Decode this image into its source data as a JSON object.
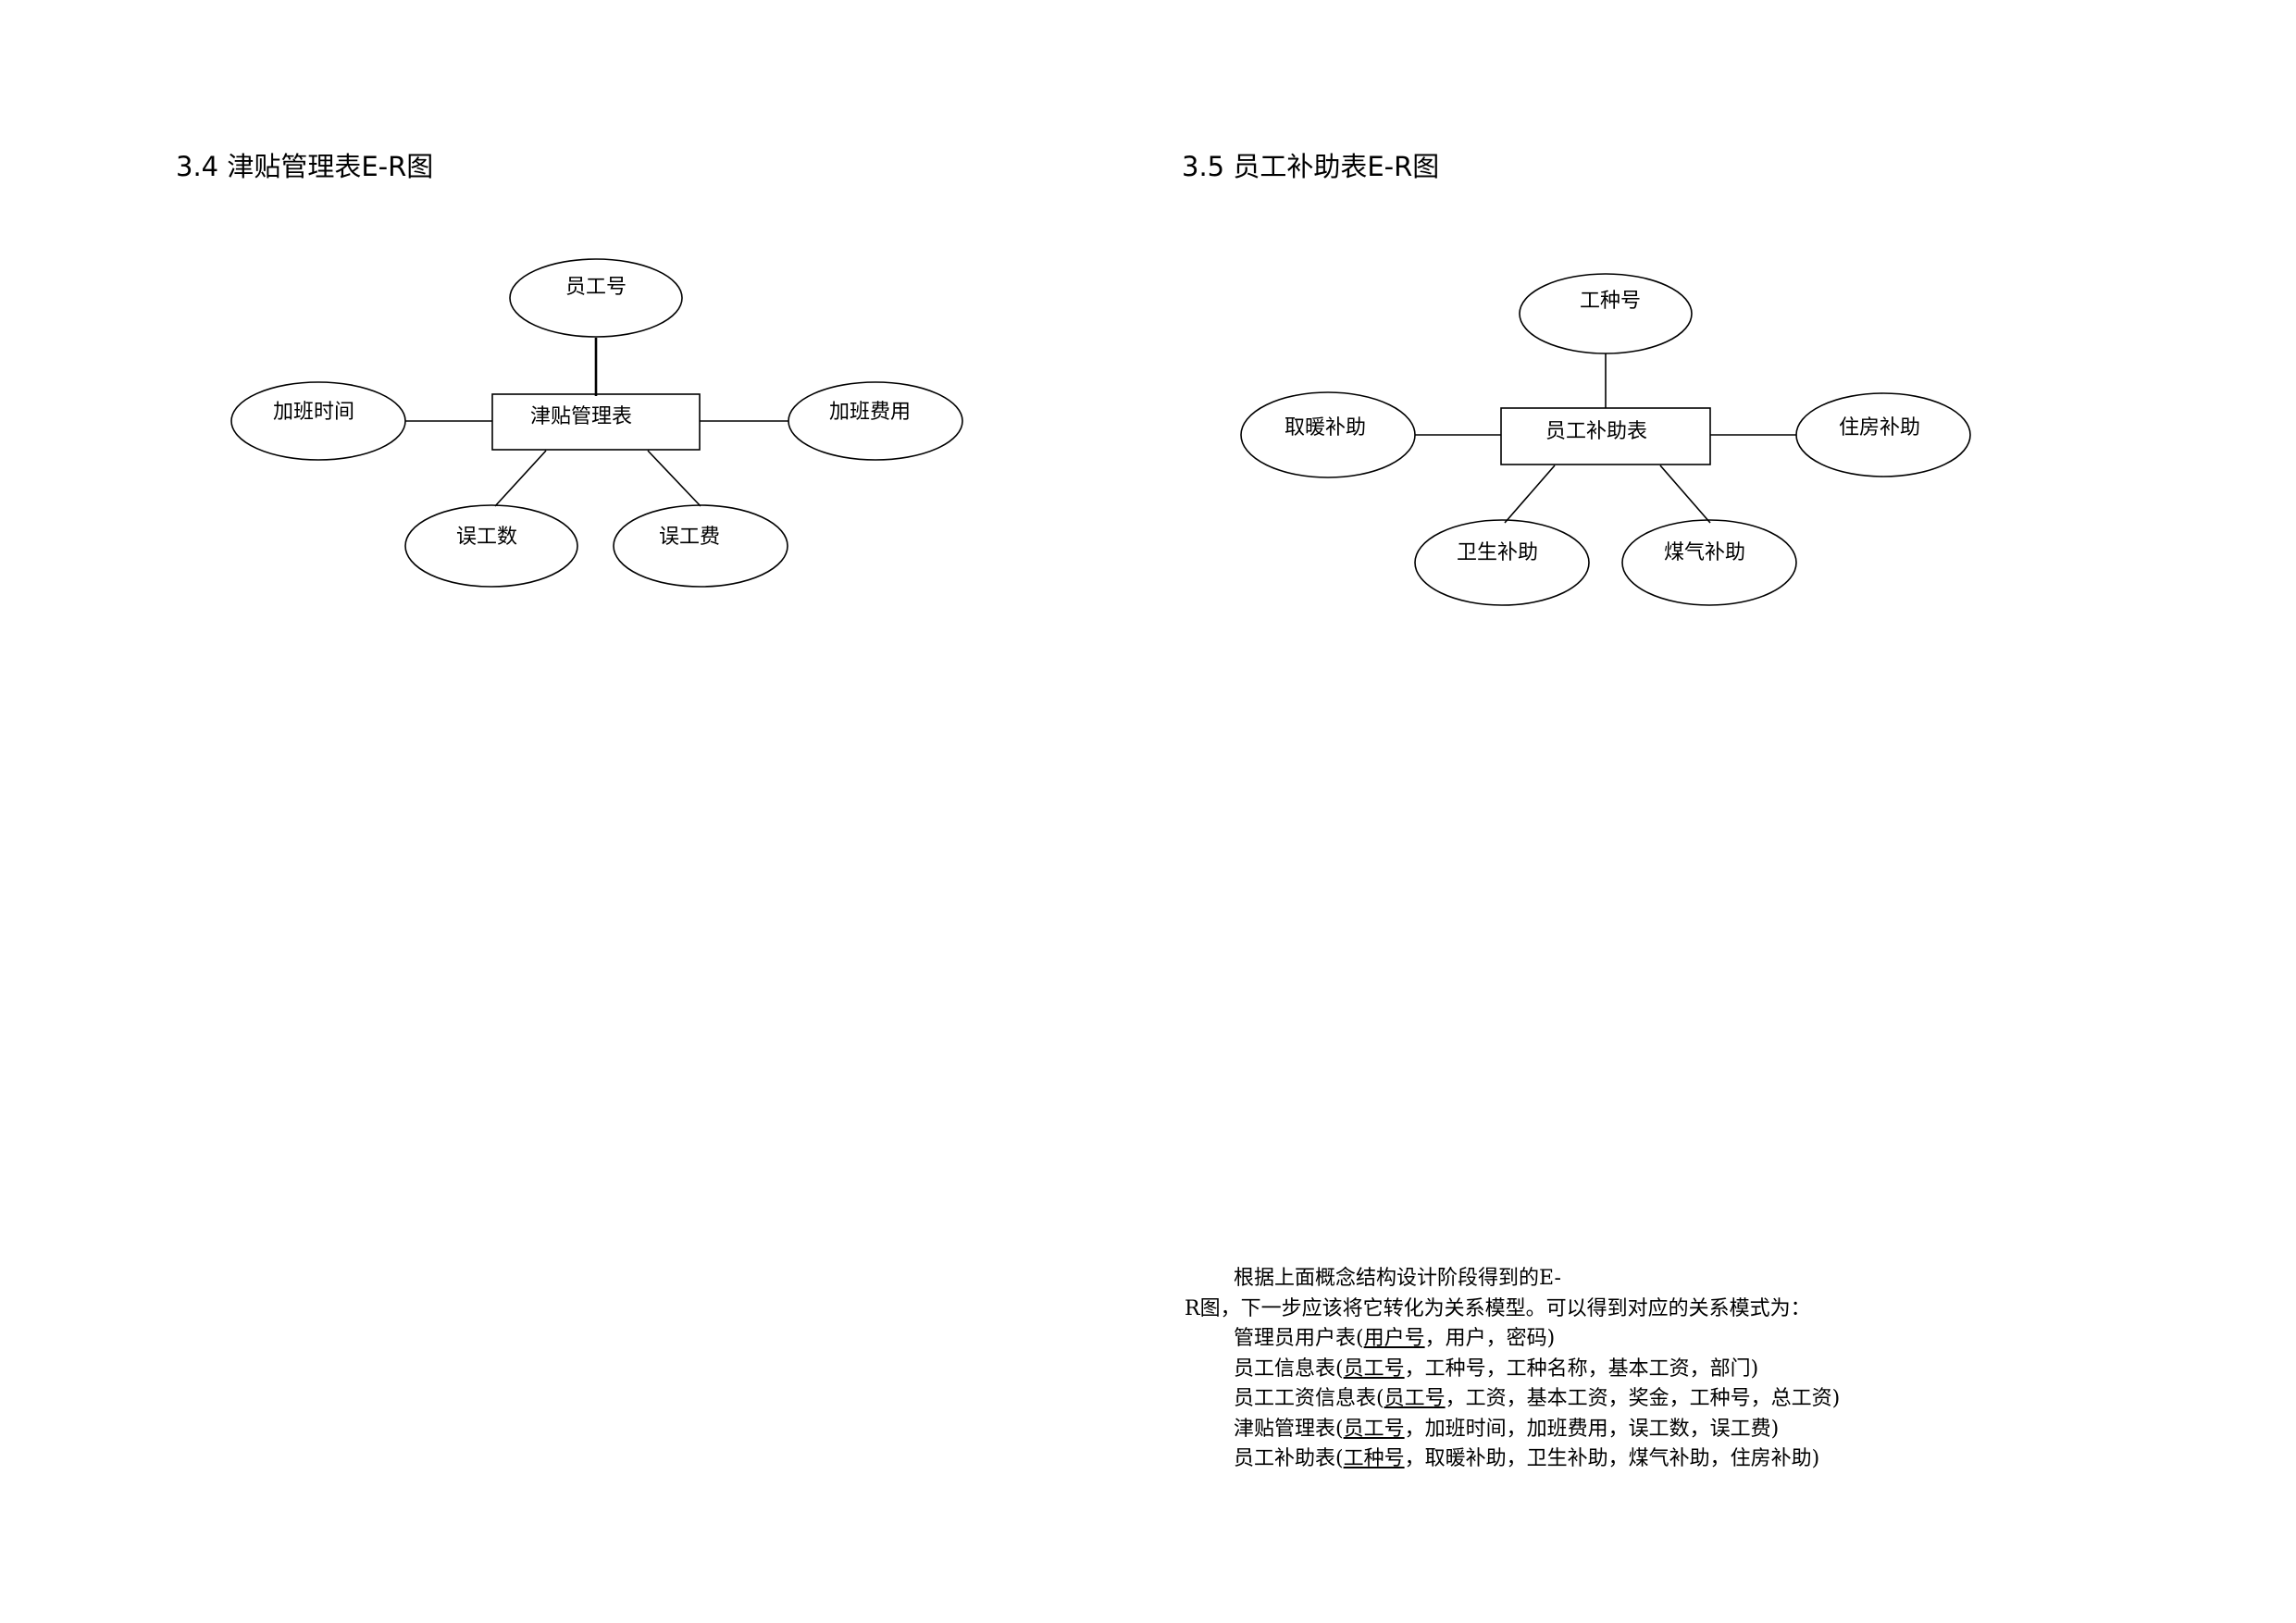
{
  "left": {
    "heading": "3.4 津贴管理表E-R图",
    "entity": "津贴管理表",
    "attributes": [
      "员工号",
      "加班时间",
      "加班费用",
      "误工数",
      "误工费"
    ]
  },
  "right": {
    "heading": "3.5 员工补助表E-R图",
    "entity": "员工补助表",
    "attributes": [
      "工种号",
      "取暖补助",
      "住房补助",
      "卫生补助",
      "煤气补助"
    ]
  },
  "paragraph": {
    "line1": "根据上面概念结构设计阶段得到的E-",
    "line2": "R图，下一步应该将它转化为关系模型。可以得到对应的关系模式为：",
    "schemas": [
      {
        "name": "管理员用户表(",
        "key": "用户号",
        "rest": "，用户，密码)"
      },
      {
        "name": "员工信息表(",
        "key": "员工号",
        "rest": "，工种号，工种名称，基本工资，部门)"
      },
      {
        "name": "员工工资信息表(",
        "key": "员工号",
        "rest": "，工资，基本工资，奖金，工种号，总工资)"
      },
      {
        "name": "津贴管理表(",
        "key": "员工号",
        "rest": "，加班时间，加班费用，误工数，误工费)"
      },
      {
        "name": "员工补助表(",
        "key": "工种号",
        "rest": "，取暖补助，卫生补助，煤气补助，住房补助)"
      }
    ]
  }
}
